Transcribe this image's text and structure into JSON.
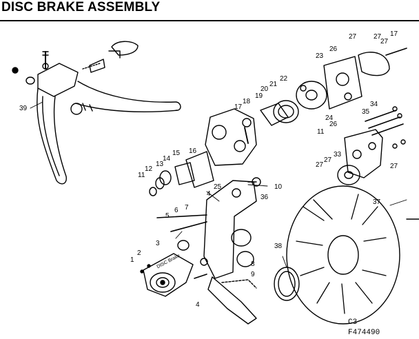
{
  "title": "DISC BRAKE ASSEMBLY",
  "section_code": "C3",
  "figure_code": "F474490",
  "callouts": [
    "1",
    "2",
    "3",
    "4",
    "4",
    "5",
    "6",
    "7",
    "8",
    "9",
    "10",
    "11",
    "11",
    "12",
    "13",
    "14",
    "15",
    "16",
    "17",
    "17",
    "18",
    "19",
    "20",
    "21",
    "22",
    "23",
    "24",
    "25",
    "26",
    "26",
    "27",
    "27",
    "27",
    "27",
    "27",
    "27",
    "33",
    "34",
    "35",
    "36",
    "37",
    "38",
    "39"
  ],
  "brand_text": "DISC Brake"
}
